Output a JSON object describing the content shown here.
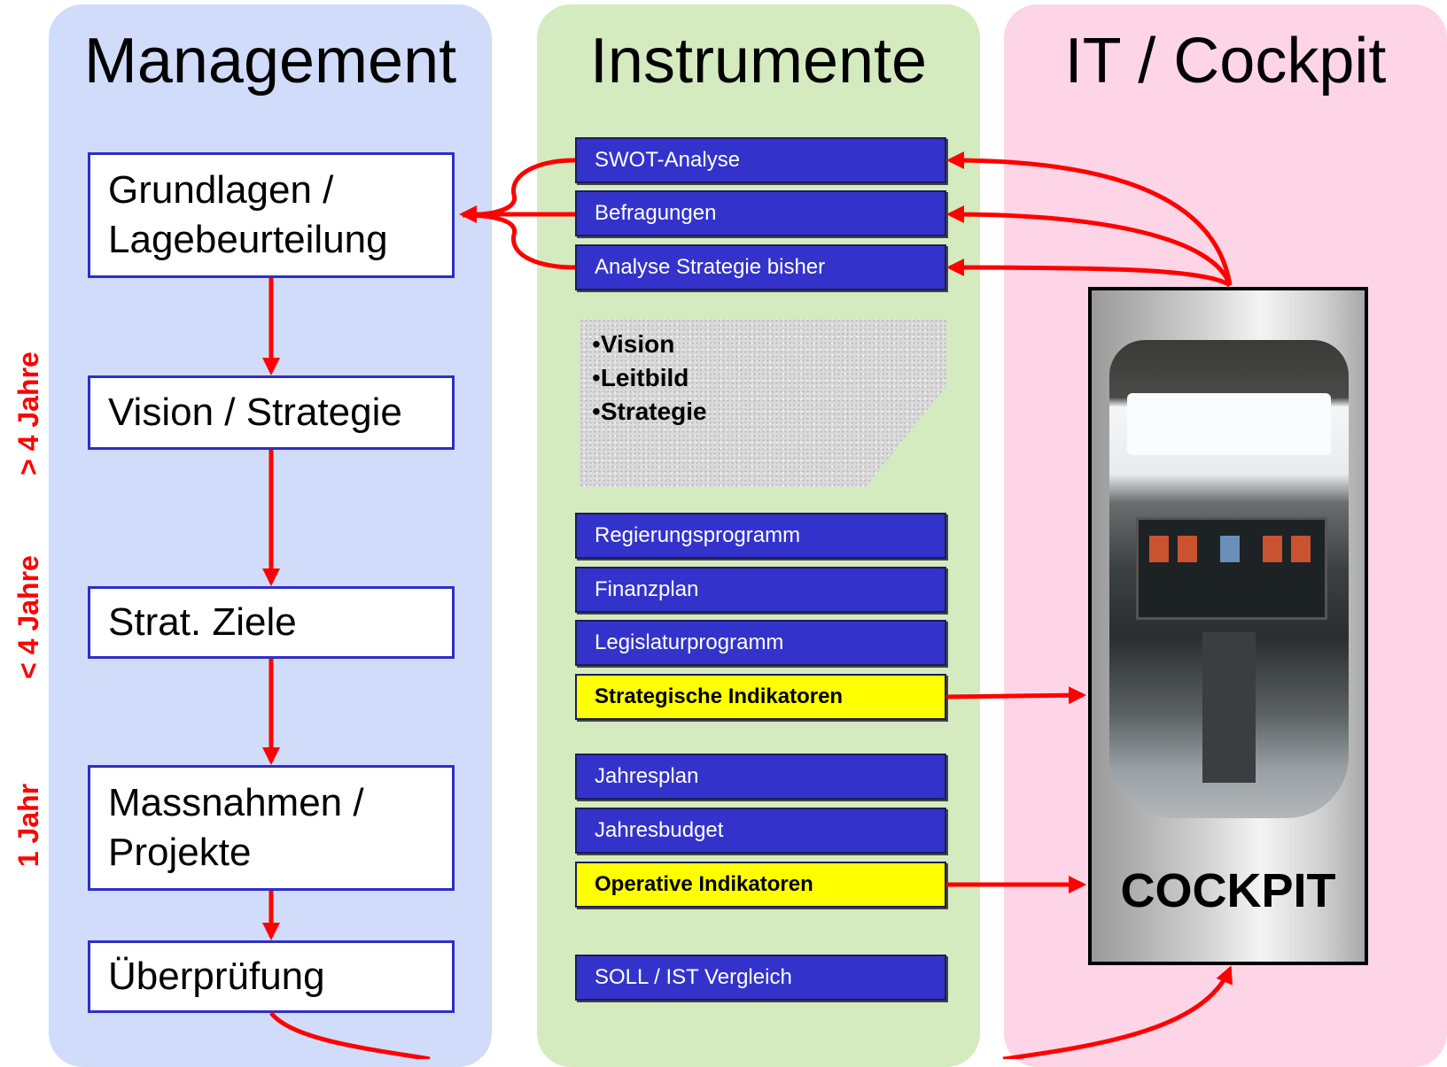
{
  "columns": {
    "management": "Management",
    "instruments": "Instrumente",
    "it": "IT / Cockpit"
  },
  "management_steps": [
    "Grundlagen / Lagebeurteilung",
    "Vision / Strategie",
    "Strat. Ziele",
    "Massnahmen / Projekte",
    "Überprüfung"
  ],
  "horizons": [
    "> 4 Jahre",
    "< 4 Jahre",
    "1 Jahr"
  ],
  "instruments": {
    "analysis": [
      "SWOT-Analyse",
      "Befragungen",
      "Analyse Strategie bisher"
    ],
    "note": [
      "Vision",
      "Leitbild",
      "Strategie"
    ],
    "planning": [
      "Regierungsprogramm",
      "Finanzplan",
      "Legislaturprogramm",
      "Strategische Indikatoren"
    ],
    "annual": [
      "Jahresplan",
      "Jahresbudget",
      "Operative Indikatoren"
    ],
    "control": "SOLL / IST Vergleich"
  },
  "cockpit_label": "COCKPIT",
  "colors": {
    "management_bg": "#d0dcfa",
    "instruments_bg": "#d4ebc0",
    "it_bg": "#fdd5e6",
    "instrument_box": "#3333cc",
    "indicator_box": "#ffff00",
    "arrow": "#ff0000"
  }
}
